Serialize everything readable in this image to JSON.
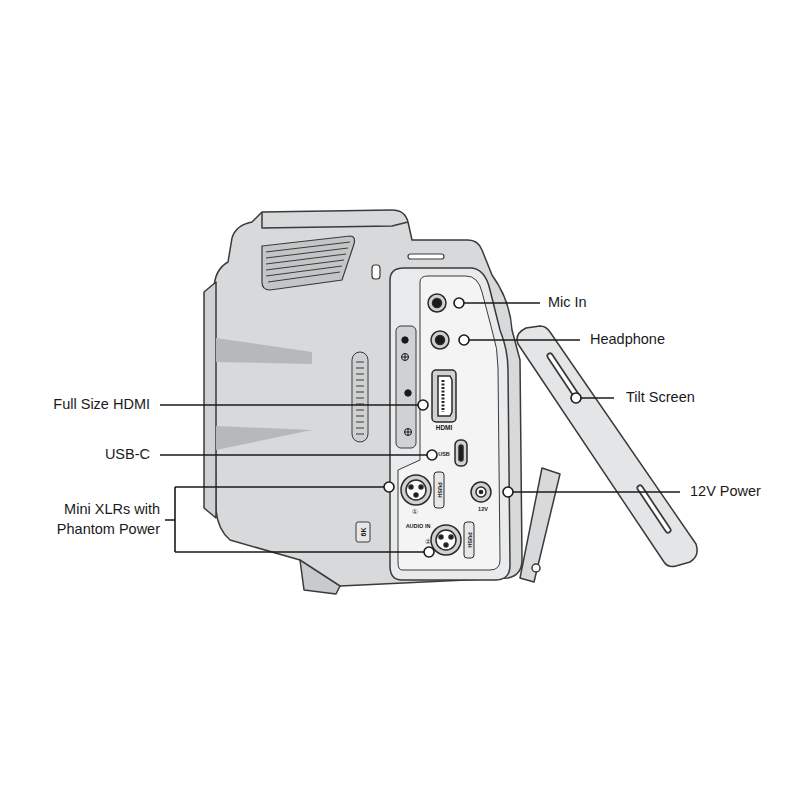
{
  "diagram": {
    "labels": [
      "Mic In",
      "Headphone",
      "Tilt Screen",
      "Full Size HDMI",
      "USB-C",
      "12V Power",
      "Mini XLRs with Phantom Power",
      "HDMI",
      "USB",
      "PUSH",
      "PUSH",
      "12V",
      "AUDIO IN",
      "①",
      "②",
      "6K"
    ]
  }
}
